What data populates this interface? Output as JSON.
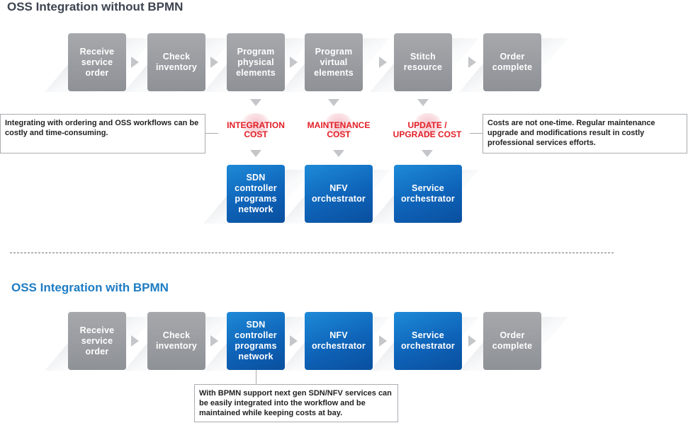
{
  "top": {
    "title": "OSS Integration without BPMN",
    "steps": [
      {
        "label": "Receive\nservice\norder",
        "style": "gray"
      },
      {
        "label": "Check\ninventory",
        "style": "gray"
      },
      {
        "label": "Program\nphysical\nelements",
        "style": "gray"
      },
      {
        "label": "Program\nvirtual\nelements",
        "style": "gray"
      },
      {
        "label": "Stitch\nresource",
        "style": "gray"
      },
      {
        "label": "Order\ncomplete",
        "style": "gray"
      }
    ],
    "costs": [
      "INTEGRATION\nCOST",
      "MAINTENANCE\nCOST",
      "UPDATE /\nUPGRADE COST"
    ],
    "systems": [
      "SDN\ncontroller\nprograms\nnetwork",
      "NFV\norchestrator",
      "Service\norchestrator"
    ],
    "callout_left": "Integrating with ordering and OSS workflows can be costly and time-consuming.",
    "callout_right": "Costs are not one-time. Regular maintenance upgrade and modifications result in costly professional services efforts."
  },
  "bottom": {
    "title": "OSS Integration with BPMN",
    "steps": [
      {
        "label": "Receive\nservice\norder",
        "style": "gray"
      },
      {
        "label": "Check\ninventory",
        "style": "gray"
      },
      {
        "label": "SDN\ncontroller\nprograms\nnetwork",
        "style": "blue"
      },
      {
        "label": "NFV\norchestrator",
        "style": "blue"
      },
      {
        "label": "Service\norchestrator",
        "style": "blue"
      },
      {
        "label": "Order\ncomplete",
        "style": "gray"
      }
    ],
    "callout": "With BPMN support next gen SDN/NFV services can be easily integrated into the workflow and be maintained while keeping costs at bay."
  },
  "colors": {
    "gray_box": "#9a9da1",
    "blue_box": "#1473c7",
    "cost_text": "#e21f26",
    "title_top": "#3d4450",
    "title_bottom": "#1d7cc3"
  }
}
